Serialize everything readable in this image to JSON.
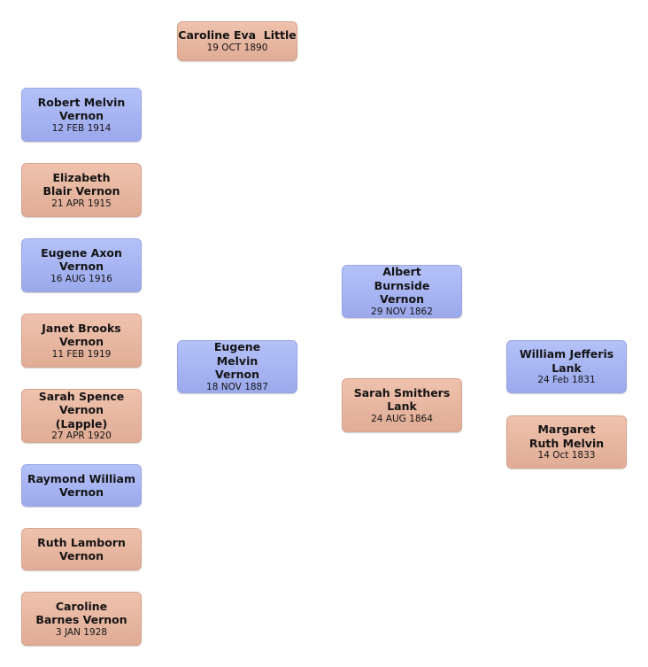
{
  "people": {
    "caroline_little": {
      "name": "Caroline Eva  Little",
      "date": "19 OCT 1890",
      "sex": "female"
    },
    "robert_vernon": {
      "name": "Robert Melvin Vernon",
      "date": "12 FEB 1914",
      "sex": "male"
    },
    "elizabeth_vernon": {
      "name": "Elizabeth Blair Vernon",
      "date": "21 APR 1915",
      "sex": "female"
    },
    "eugene_axon_vernon": {
      "name": "Eugene Axon Vernon",
      "date": "16 AUG 1916",
      "sex": "male"
    },
    "janet_vernon": {
      "name": "Janet Brooks Vernon",
      "date": "11 FEB 1919",
      "sex": "female"
    },
    "sarah_vernon": {
      "name": "Sarah Spence Vernon (Lapple)",
      "date": "27 APR 1920",
      "sex": "female"
    },
    "raymond_vernon": {
      "name": "Raymond William Vernon",
      "date": "",
      "sex": "male"
    },
    "ruth_vernon": {
      "name": "Ruth Lamborn Vernon",
      "date": "",
      "sex": "female"
    },
    "caroline_vernon": {
      "name": "Caroline Barnes Vernon",
      "date": "3 JAN 1928",
      "sex": "female"
    },
    "eugene_melvin_vernon": {
      "name": "Eugene Melvin Vernon",
      "date": "18 NOV 1887",
      "sex": "male"
    },
    "albert_vernon": {
      "name": "Albert Burnside Vernon",
      "date": "29 NOV 1862",
      "sex": "male"
    },
    "sarah_lank": {
      "name": "Sarah Smithers Lank",
      "date": "24 AUG 1864",
      "sex": "female"
    },
    "william_lank": {
      "name": "William Jefferis Lank",
      "date": "24 Feb 1831",
      "sex": "male"
    },
    "margaret_melvin": {
      "name": "Margaret Ruth Melvin",
      "date": "14 Oct 1833",
      "sex": "female"
    }
  }
}
